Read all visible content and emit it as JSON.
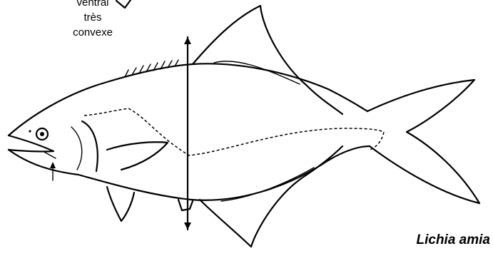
{
  "figure": {
    "species_name": "Lichia amia",
    "callout_lines": [
      "ventral",
      "très",
      "convexe"
    ]
  },
  "colors": {
    "ink": "#000000",
    "background": "#ffffff"
  }
}
